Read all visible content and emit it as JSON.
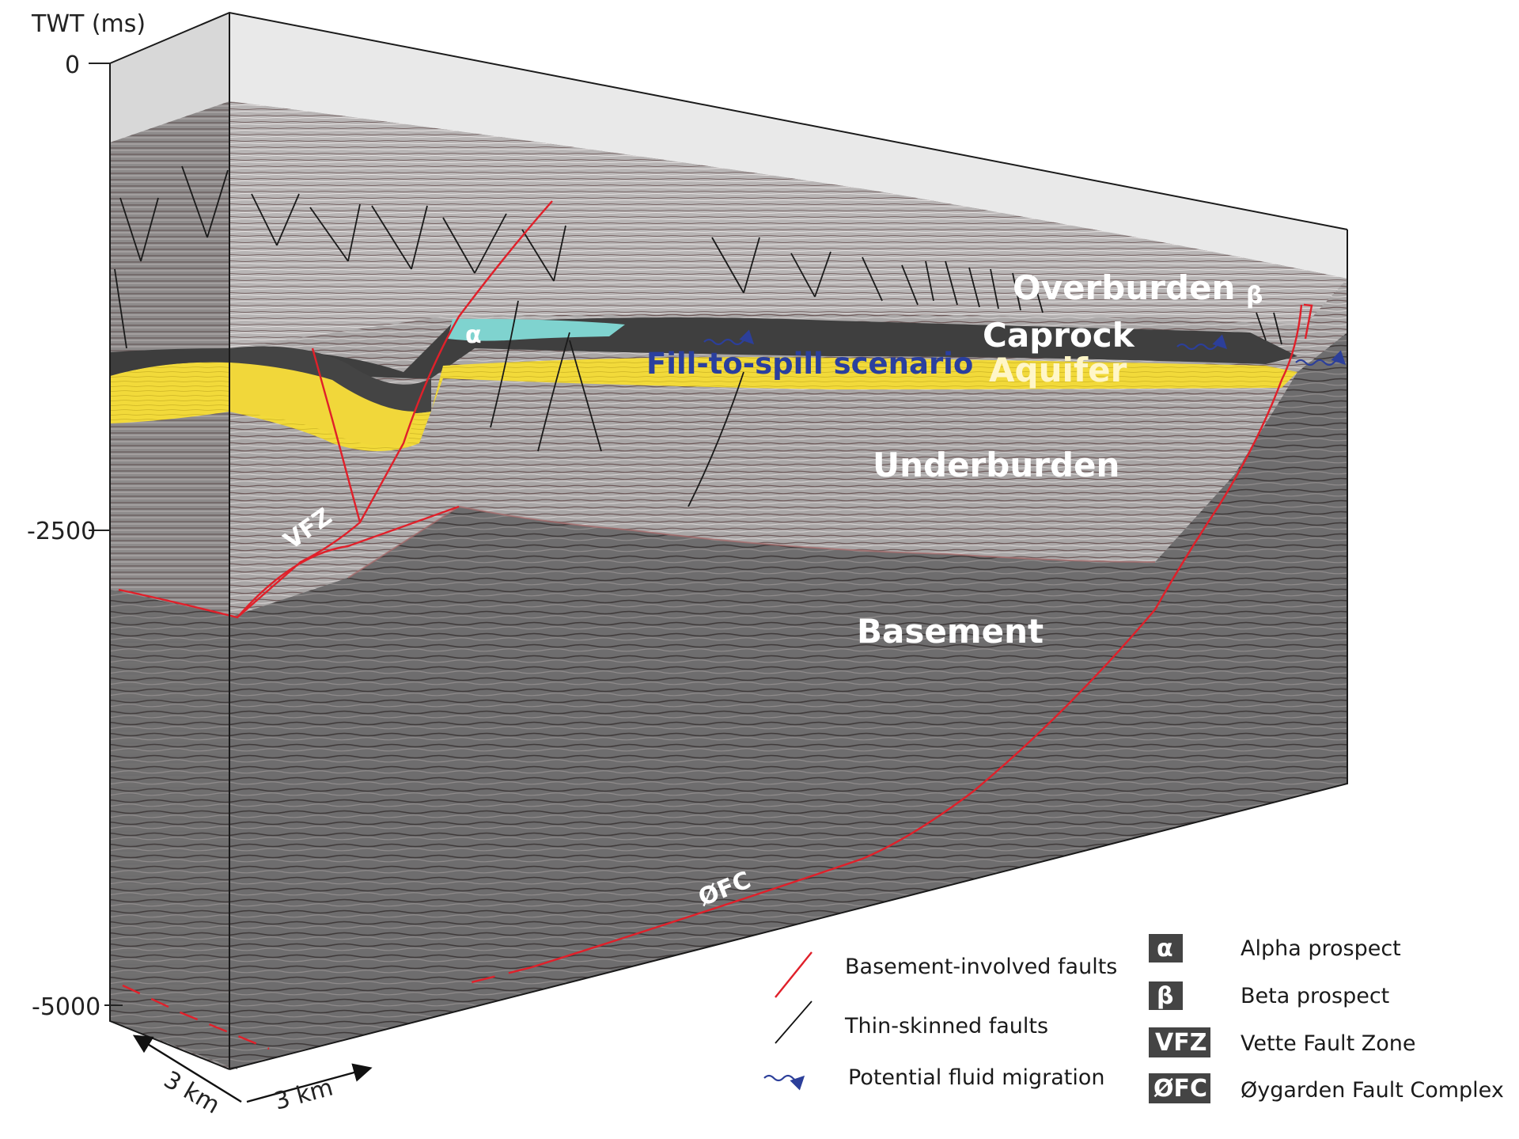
{
  "axis": {
    "title": "TWT (ms)",
    "ticks": [
      "0",
      "-2500",
      "-5000"
    ]
  },
  "scale": {
    "left": "3 km",
    "right": "3 km"
  },
  "units": {
    "overburden": "Overburden",
    "caprock": "Caprock",
    "aquifer": "Aquifer",
    "underburden": "Underburden",
    "basement": "Basement",
    "scenario": "Fill-to-spill scenario"
  },
  "markers": {
    "alpha": "α",
    "beta": "β",
    "vfz": "VFZ",
    "ofc": "ØFC"
  },
  "legend": {
    "lines": [
      {
        "label": "Basement-involved faults",
        "icon": "red-fault-line"
      },
      {
        "label": "Thin-skinned faults",
        "icon": "black-fault-line"
      },
      {
        "label": "Potential fluid migration",
        "icon": "wavy-arrow"
      }
    ],
    "abbreviations": [
      {
        "code": "α",
        "label": "Alpha prospect"
      },
      {
        "code": "β",
        "label": "Beta prospect"
      },
      {
        "code": "VFZ",
        "label": "Vette Fault Zone"
      },
      {
        "code": "ØFC",
        "label": "Øygarden Fault Complex"
      }
    ]
  },
  "colors": {
    "fault_red": "#e0202a",
    "aquifer_yellow": "#f4dd3c",
    "caprock_dark": "#3f3f3f",
    "prospect_teal": "#7fd3cf",
    "migration_blue": "#2c3f9a",
    "scenario_text": "#2a3f9e"
  }
}
